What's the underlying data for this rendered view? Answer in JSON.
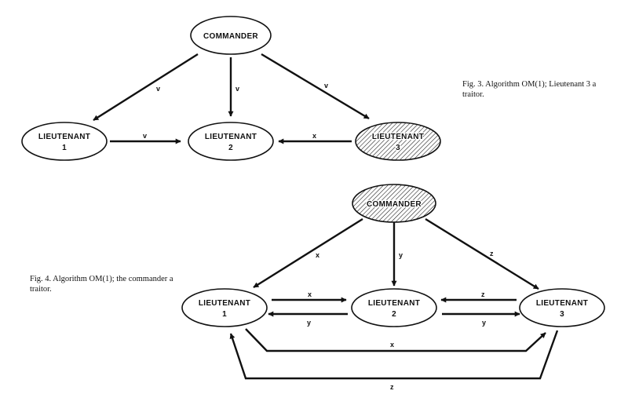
{
  "fig3": {
    "caption": "Fig. 3.   Algorithm OM(1); Lieutenant 3 a traitor.",
    "nodes": {
      "commander": "COMMANDER",
      "lt1": {
        "line1": "LIEUTENANT",
        "line2": "1"
      },
      "lt2": {
        "line1": "LIEUTENANT",
        "line2": "2"
      },
      "lt3": {
        "line1": "LIEUTENANT",
        "line2": "3",
        "traitor": true
      }
    },
    "edges": [
      {
        "from": "commander",
        "to": "lt1",
        "label": "v"
      },
      {
        "from": "commander",
        "to": "lt2",
        "label": "v"
      },
      {
        "from": "commander",
        "to": "lt3",
        "label": "v"
      },
      {
        "from": "lt1",
        "to": "lt2",
        "label": "v"
      },
      {
        "from": "lt3",
        "to": "lt2",
        "label": "x"
      }
    ]
  },
  "fig4": {
    "caption": "Fig. 4.   Algorithm OM(1); the commander a traitor.",
    "nodes": {
      "commander": {
        "label": "COMMANDER",
        "traitor": true
      },
      "lt1": {
        "line1": "LIEUTENANT",
        "line2": "1"
      },
      "lt2": {
        "line1": "LIEUTENANT",
        "line2": "2"
      },
      "lt3": {
        "line1": "LIEUTENANT",
        "line2": "3"
      }
    },
    "edges": [
      {
        "from": "commander",
        "to": "lt1",
        "label": "x"
      },
      {
        "from": "commander",
        "to": "lt2",
        "label": "y"
      },
      {
        "from": "commander",
        "to": "lt3",
        "label": "z"
      },
      {
        "from": "lt1",
        "to": "lt2",
        "label": "x"
      },
      {
        "from": "lt2",
        "to": "lt1",
        "label": "y"
      },
      {
        "from": "lt3",
        "to": "lt2",
        "label": "z"
      },
      {
        "from": "lt2",
        "to": "lt3",
        "label": "y"
      },
      {
        "from": "lt1",
        "to": "lt3",
        "label": "x"
      },
      {
        "from": "lt3",
        "to": "lt1",
        "label": "z"
      }
    ]
  }
}
